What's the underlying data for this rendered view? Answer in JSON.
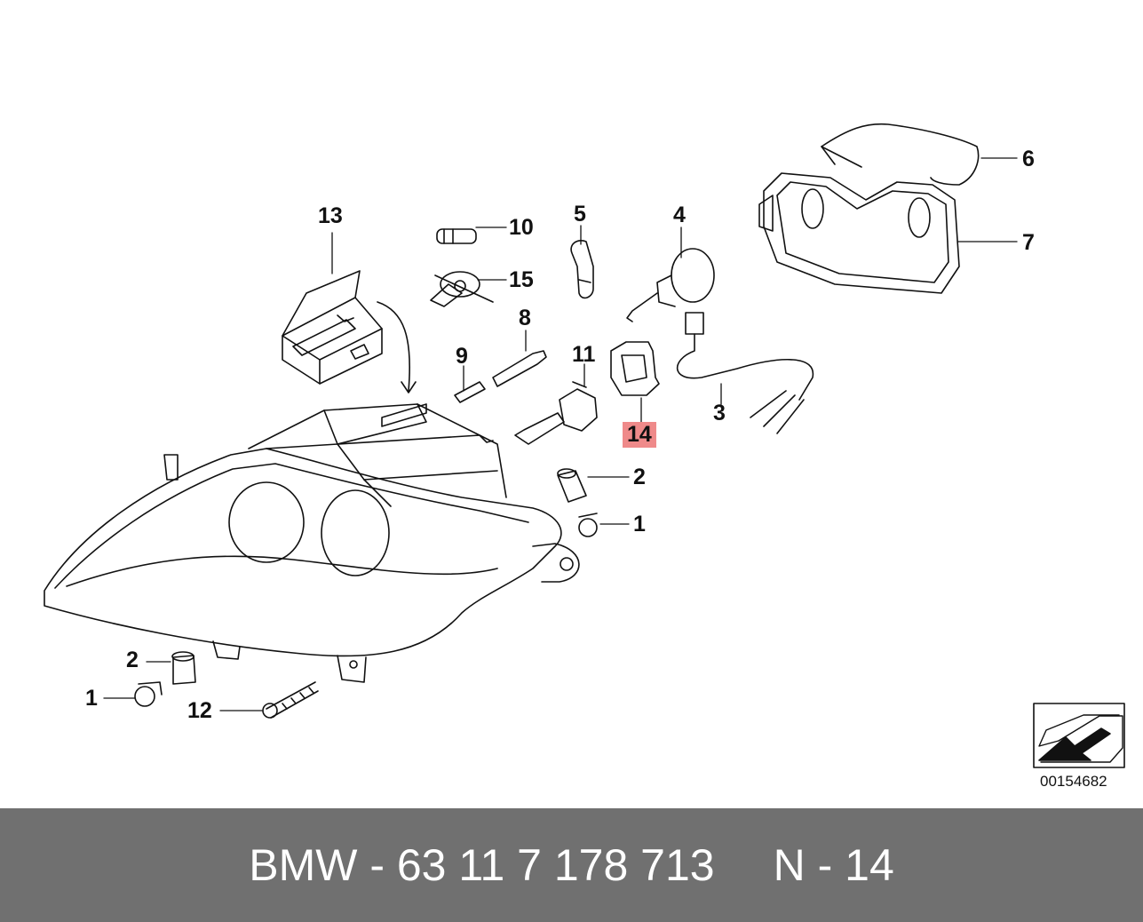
{
  "footer": {
    "brand": "BMW",
    "separator": " - ",
    "part_number": "63 11 7 178 713",
    "position": "N - 14"
  },
  "reference_code": "00154682",
  "highlight_color": "#ef8a8a",
  "callouts": [
    {
      "id": "c13",
      "text": "13"
    },
    {
      "id": "c10",
      "text": "10"
    },
    {
      "id": "c15",
      "text": "15"
    },
    {
      "id": "c5",
      "text": "5"
    },
    {
      "id": "c4",
      "text": "4"
    },
    {
      "id": "c6",
      "text": "6"
    },
    {
      "id": "c7",
      "text": "7"
    },
    {
      "id": "c8",
      "text": "8"
    },
    {
      "id": "c9",
      "text": "9"
    },
    {
      "id": "c11",
      "text": "11"
    },
    {
      "id": "c14",
      "text": "14",
      "highlighted": true
    },
    {
      "id": "c3",
      "text": "3"
    },
    {
      "id": "c2a",
      "text": "2"
    },
    {
      "id": "c1a",
      "text": "1"
    },
    {
      "id": "c2b",
      "text": "2"
    },
    {
      "id": "c1b",
      "text": "1"
    },
    {
      "id": "c12",
      "text": "12"
    }
  ]
}
